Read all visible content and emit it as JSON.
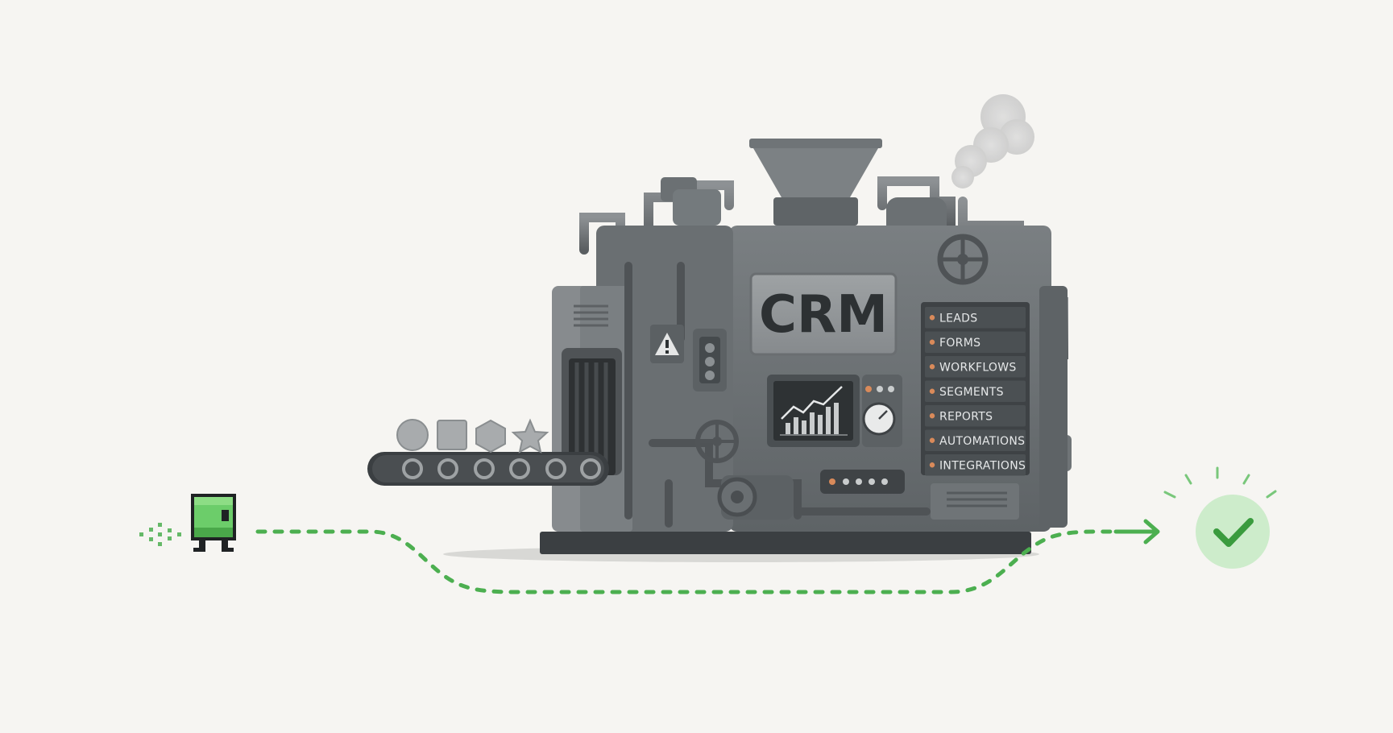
{
  "machine": {
    "name": "CRM",
    "modules": [
      "LEADS",
      "FORMS",
      "WORKFLOWS",
      "SEGMENTS",
      "REPORTS",
      "AUTOMATIONS",
      "INTEGRATIONS"
    ],
    "module_bullet_color": "#d98a5a"
  },
  "conveyor": {
    "input_shapes": [
      "circle",
      "square",
      "hexagon",
      "star"
    ]
  },
  "journey": {
    "path_color": "#4caf50",
    "start_icon": "pixel-character-icon",
    "end_icon": "check-circle-icon"
  },
  "colors": {
    "background": "#f6f5f2",
    "machine_body": "#6e7376",
    "machine_dark": "#3b3f42",
    "accent_green": "#4caf50"
  }
}
